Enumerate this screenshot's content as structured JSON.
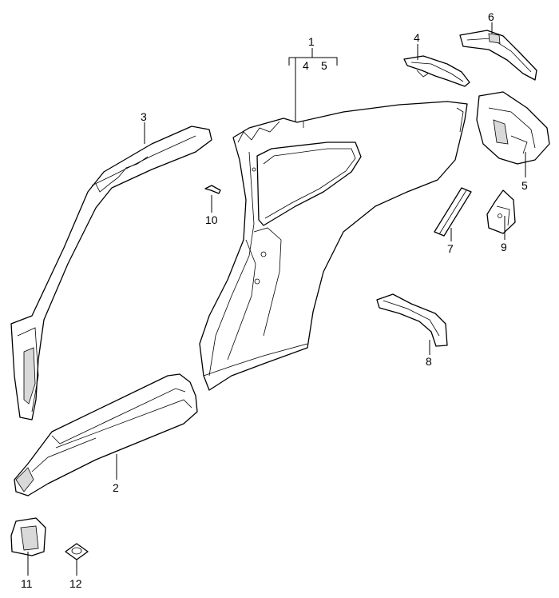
{
  "callouts": {
    "p1": "1",
    "p1_sub4": "4",
    "p1_sub5": "5",
    "p2": "2",
    "p3": "3",
    "p4": "4",
    "p5": "5",
    "p6": "6",
    "p7": "7",
    "p8": "8",
    "p9": "9",
    "p10": "10",
    "p11": "11",
    "p12": "12"
  },
  "colors": {
    "line": "#000000",
    "background": "#ffffff",
    "shade": "#d9d9d9"
  }
}
